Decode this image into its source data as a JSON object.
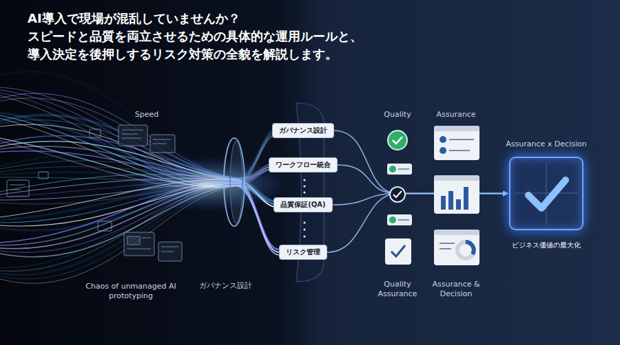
{
  "diagram": {
    "title": "AI導入で現場が混乱していませんか？ スピードと品質を両立させるための具体的な運用ルールと、 導入決定を後押しするリスク対策の全貌を解説します。",
    "nodes": [
      {
        "text": [
          "ガバナンス設計"
        ]
      },
      {
        "text": [
          "ワークフロー統合"
        ]
      },
      {
        "text": [
          "品質保証(QA)"
        ]
      },
      {
        "text": [
          "リスク管理"
        ]
      },
      {
        "text": [
          "Assurance x Decision",
          "ビジネス価値の最大化"
        ]
      }
    ],
    "edges": [
      {
        "from": 0,
        "to": 4,
        "arrow": "to"
      },
      {
        "from": 1,
        "to": 4,
        "arrow": "to"
      },
      {
        "from": 2,
        "to": 4,
        "arrow": "to"
      },
      {
        "from": 3,
        "to": 4,
        "arrow": "to"
      }
    ],
    "labels": [
      "Speed",
      "Chaos of unmanaged AI prototyping",
      "ガバナンス設計",
      "Quality",
      "Assurance",
      "Quality Assurance",
      "Assurance & Decision"
    ]
  }
}
